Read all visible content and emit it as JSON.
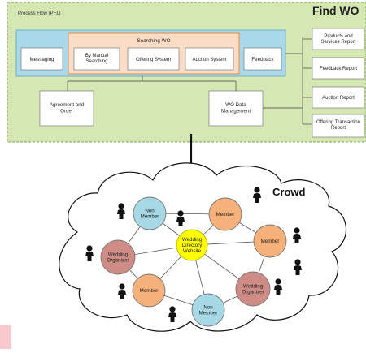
{
  "pfl": {
    "panel_label": "Process Flow (PFL)",
    "title": "Find WO",
    "left_box": "Messaging",
    "searching_title": "Searching WO",
    "search_items": [
      "By Manual\nSearching",
      "Offering System",
      "Auction System"
    ],
    "right_box": "Feedback",
    "agreement": "Agreement and\nOrder",
    "wo_data": "WO Data\nManagement",
    "reports": [
      "Products and\nServices Report",
      "Feedback Report",
      "Auction Report",
      "Offering Transaction\nReport"
    ]
  },
  "crowd": {
    "label": "Crowd",
    "center": "Wedding\nDirectory\nWebsite",
    "nodes": [
      {
        "id": "nm1",
        "label": "Non\nMember",
        "kind": "nonmember"
      },
      {
        "id": "m1",
        "label": "Member",
        "kind": "member"
      },
      {
        "id": "wo1",
        "label": "Wedding\nOrganizer",
        "kind": "organizer"
      },
      {
        "id": "m2",
        "label": "Member",
        "kind": "member"
      },
      {
        "id": "m3",
        "label": "Member",
        "kind": "member"
      },
      {
        "id": "wo2",
        "label": "Wedding\nOrganizer",
        "kind": "organizer"
      },
      {
        "id": "nm2",
        "label": "Non\nMember",
        "kind": "nonmember"
      }
    ]
  },
  "colors": {
    "panel": "#d5e8b4",
    "panel_border": "#7aa44a",
    "band": "#a8d8ea",
    "search": "#fbdcc4",
    "search_border": "#e08a4a",
    "member": "#f6b07a",
    "nonmember": "#a6d8e6",
    "organizer": "#cf8c86",
    "center": "#ffff00"
  }
}
